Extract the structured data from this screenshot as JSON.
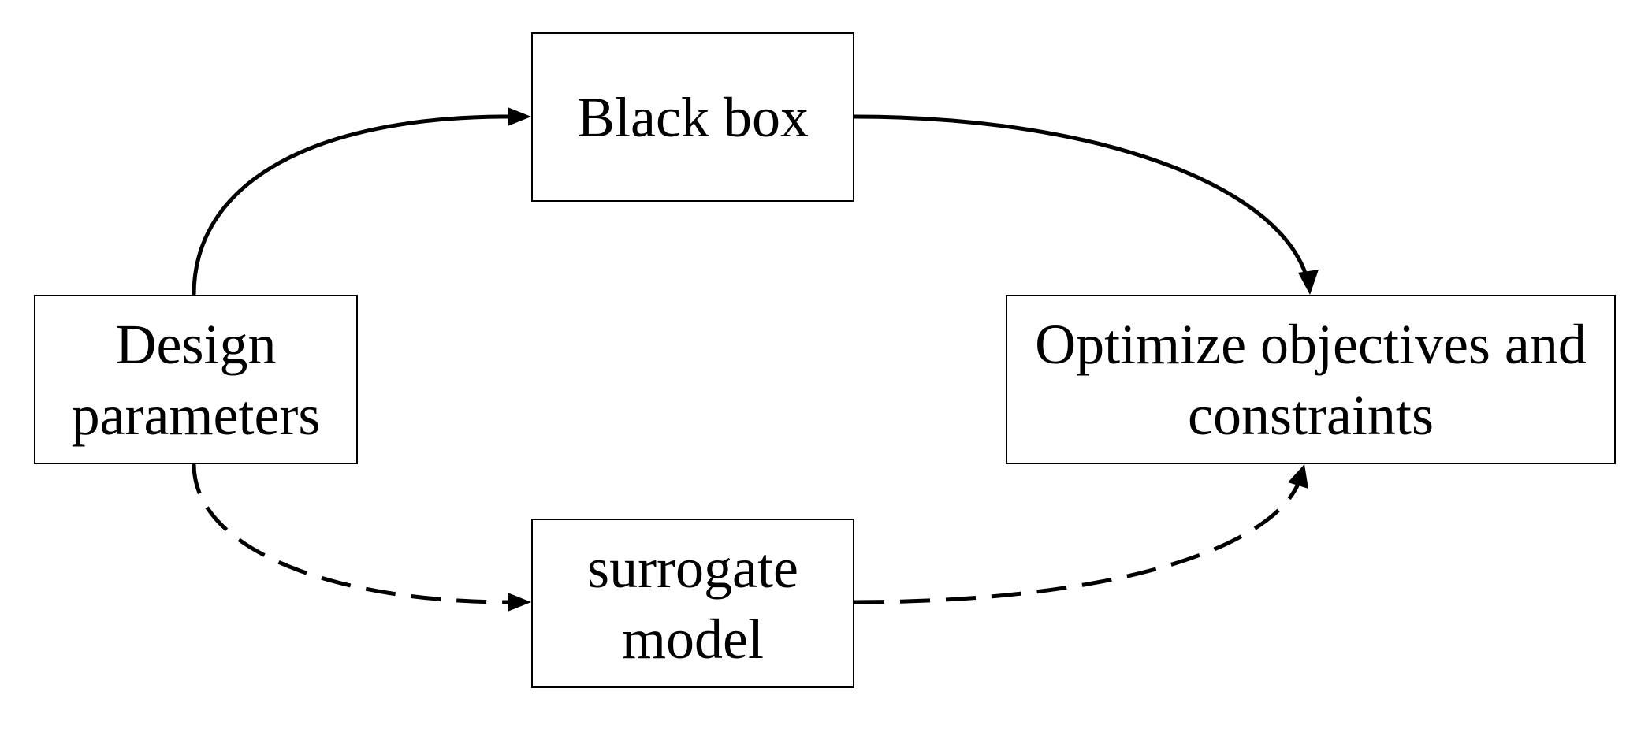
{
  "nodes": {
    "black_box": "Black box",
    "design_parameters": "Design\nparameters",
    "optimize": "Optimize objectives and\nconstraints",
    "surrogate_model": "surrogate\nmodel"
  },
  "edges": [
    {
      "from": "design_parameters",
      "to": "black_box",
      "style": "solid"
    },
    {
      "from": "black_box",
      "to": "optimize",
      "style": "solid"
    },
    {
      "from": "design_parameters",
      "to": "surrogate_model",
      "style": "dashed"
    },
    {
      "from": "surrogate_model",
      "to": "optimize",
      "style": "dashed"
    }
  ],
  "colors": {
    "stroke": "#000000",
    "background": "#ffffff"
  }
}
